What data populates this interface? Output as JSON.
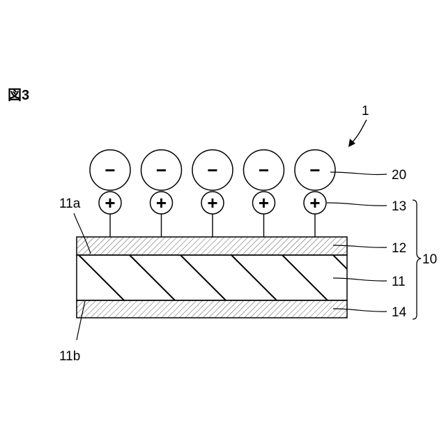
{
  "figure": {
    "title": "図3"
  },
  "labels": {
    "device": "1",
    "anion": "20",
    "cation": "13",
    "layer_top": "12",
    "substrate": "11",
    "layer_bottom": "14",
    "stack": "10",
    "top_surface": "11a",
    "bottom_surface": "11b"
  },
  "signs": {
    "negative": "−",
    "positive": "+"
  },
  "pairs": {
    "count": 5
  }
}
